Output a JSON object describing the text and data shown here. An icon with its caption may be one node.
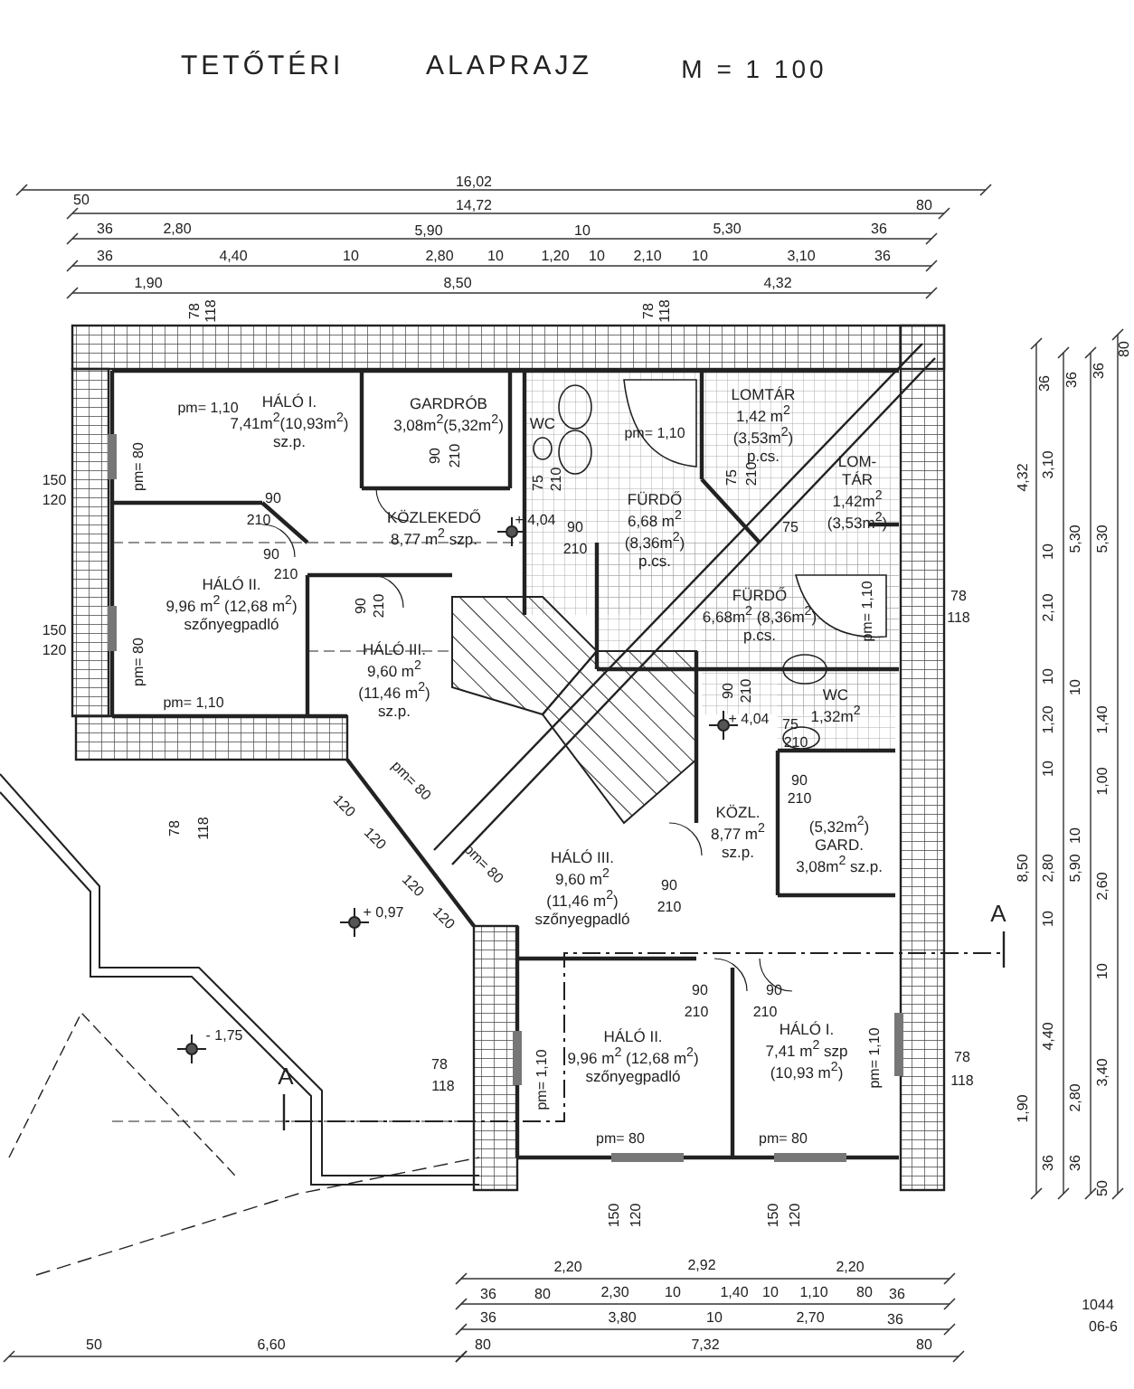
{
  "diagram": {
    "title": "TETŐTÉRI ALAPRAJZ",
    "nodes": [
      {
        "text": [
          "HÁLÓ I.",
          "7,41m$^{2}$(10,93m$^{2}$)",
          "sz.p."
        ]
      },
      {
        "text": [
          "GARDRÓB",
          "3,08m$^{2}$(5,32m$^{2}$)"
        ]
      },
      {
        "text": [
          "WC"
        ]
      },
      {
        "text": [
          "LOMTÁR",
          "1,42 m$^{2}$",
          "(3,53m$^{2}$)",
          "p.cs."
        ]
      },
      {
        "text": [
          "KÖZLEKEDŐ",
          "8,77 m$^{2}$ szp."
        ]
      },
      {
        "text": [
          "FÜRDŐ",
          "6,68 m$^{2}$",
          "(8,36m$^{2}$)",
          "p.cs."
        ]
      },
      {
        "text": [
          "LOM- TÁR",
          "1,42m$^{2}$",
          "(3,53m$^{2}$)"
        ]
      },
      {
        "text": [
          "HÁLÓ II.",
          "9,96 m$^{2}$ (12,68 m$^{2}$)",
          "szőnyegpadló"
        ]
      },
      {
        "text": [
          "HÁLÓ III.",
          "9,60 m$^{2}$",
          "(11,46 m$^{2}$)",
          "sz.p."
        ]
      },
      {
        "text": [
          "FÜRDŐ",
          "6,68m$^{2}$ (8,36m$^{2}$)",
          "p.cs."
        ]
      },
      {
        "text": [
          "WC",
          "1,32m$^{2}$"
        ]
      },
      {
        "text": [
          "KÖZL.",
          "8,77 m$^{2}$",
          "sz.p."
        ]
      },
      {
        "text": [
          "(5,32m$^{2}$)",
          "GARD.",
          "3,08m$^{2}$ sz.p."
        ]
      },
      {
        "text": [
          "HÁLÓ III.",
          "9,60 m$^{2}$",
          "(11,46 m$^{2}$)",
          "szőnyegpadló"
        ]
      },
      {
        "text": [
          "HÁLÓ II.",
          "9,96 m$^{2}$ (12,68 m$^{2}$)",
          "szőnyegpadló"
        ]
      },
      {
        "text": [
          "HÁLÓ I.",
          "7,41 m$^{2}$ szp",
          "(10,93 m$^{2}$)"
        ]
      }
    ],
    "labels": [
      "M = 1 100",
      "16,02",
      "50",
      "14,72",
      "80",
      "36",
      "2,80",
      "5,90",
      "10",
      "5,30",
      "36",
      "36",
      "4,40",
      "10",
      "2,80",
      "10",
      "1,20",
      "10",
      "2,10",
      "10",
      "3,10",
      "36",
      "1,90",
      "8,50",
      "4,32",
      "78",
      "118",
      "78",
      "118",
      "36",
      "36",
      "36",
      "80",
      "4,32",
      "3,10",
      "5,30",
      "5,30",
      "10",
      "2,10",
      "78",
      "118",
      "10",
      "10",
      "1,20",
      "1,40",
      "10",
      "1,00",
      "10",
      "8,50",
      "2,80",
      "5,90",
      "2,60",
      "10",
      "10",
      "4,40",
      "78",
      "118",
      "3,40",
      "2,80",
      "1,90",
      "36",
      "36",
      "50",
      "pm= 1,10",
      "pm= 80",
      "90",
      "210",
      "90",
      "210",
      "75",
      "210",
      "pm= 1,10",
      "75",
      "210",
      "+ 4,04",
      "90",
      "210",
      "75",
      "150",
      "120",
      "90",
      "210",
      "90",
      "210",
      "pm= 1,10",
      "150",
      "120",
      "pm= 80",
      "90",
      "210",
      "+ 4,04",
      "75",
      "210",
      "pm= 1,10",
      "pm= 80",
      "90",
      "210",
      "78",
      "118",
      "120",
      "120",
      "pm= 80",
      "90",
      "210",
      "120",
      "120",
      "+ 0,97",
      "A",
      "90",
      "210",
      "90",
      "210",
      "- 1,75",
      "pm= 1,10",
      "pm= 1,10",
      "78",
      "118",
      "A",
      "pm= 80",
      "pm= 80",
      "150",
      "120",
      "150",
      "120",
      "2,20",
      "2,92",
      "2,20",
      "36",
      "80",
      "2,30",
      "10",
      "1,40",
      "10",
      "1,10",
      "80",
      "36",
      "36",
      "3,80",
      "10",
      "2,70",
      "36",
      "50",
      "6,60",
      "80",
      "7,32",
      "80",
      "1044",
      "06-6"
    ]
  }
}
